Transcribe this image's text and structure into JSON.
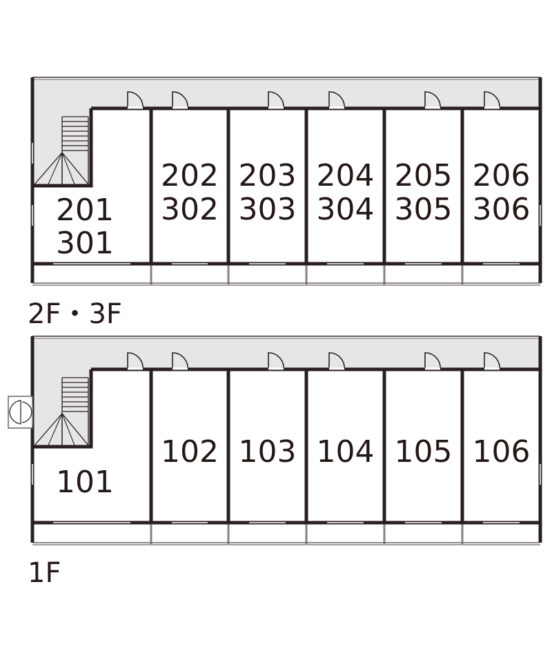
{
  "colors": {
    "wall": "#2a1f1f",
    "corridor": "#e6e6e6",
    "text": "#231815",
    "background": "#ffffff"
  },
  "floors": [
    {
      "label": "2F・3F",
      "units": [
        {
          "lines": [
            "201",
            "301"
          ]
        },
        {
          "lines": [
            "202",
            "302"
          ]
        },
        {
          "lines": [
            "203",
            "303"
          ]
        },
        {
          "lines": [
            "204",
            "304"
          ]
        },
        {
          "lines": [
            "205",
            "305"
          ]
        },
        {
          "lines": [
            "206",
            "306"
          ]
        }
      ]
    },
    {
      "label": "1F",
      "units": [
        {
          "lines": [
            "101"
          ]
        },
        {
          "lines": [
            "102"
          ]
        },
        {
          "lines": [
            "103"
          ]
        },
        {
          "lines": [
            "104"
          ]
        },
        {
          "lines": [
            "105"
          ]
        },
        {
          "lines": [
            "106"
          ]
        }
      ],
      "has_entrance": true
    }
  ]
}
